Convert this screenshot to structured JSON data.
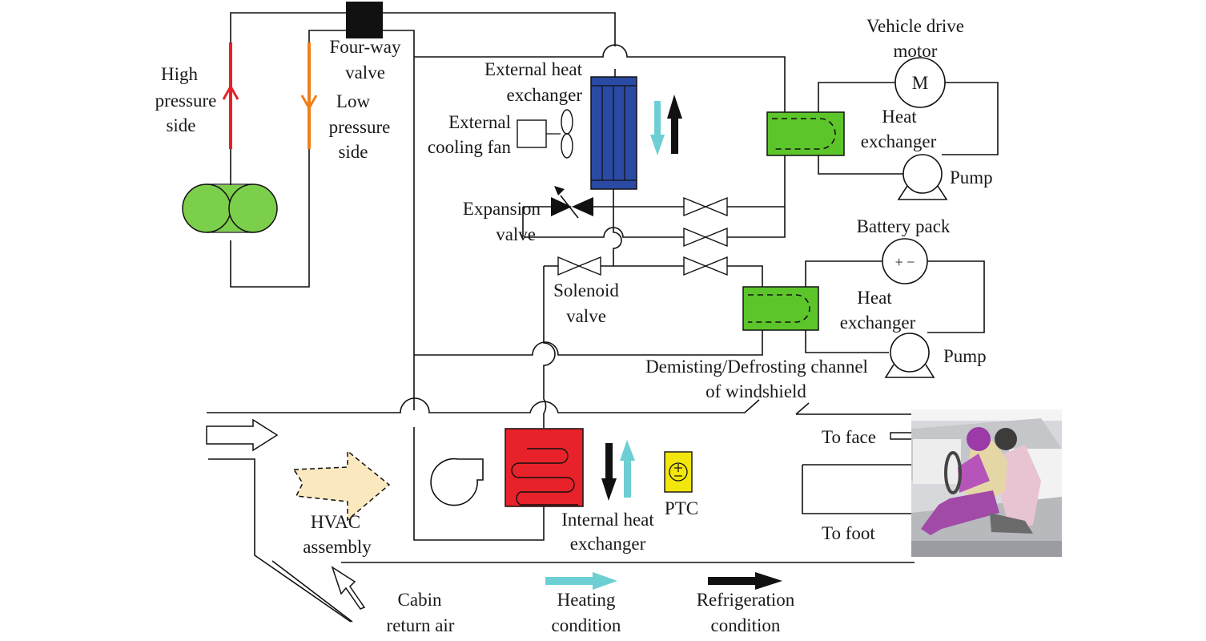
{
  "labels": {
    "high_pressure": [
      "High",
      "pressure",
      "side"
    ],
    "four_way_valve": [
      "Four-way",
      "valve"
    ],
    "low_pressure": [
      "Low",
      "pressure",
      "side"
    ],
    "external_hx": [
      "External heat",
      "exchanger"
    ],
    "external_fan": [
      "External",
      "cooling fan"
    ],
    "expansion_valve": [
      "Expansion",
      "valve"
    ],
    "solenoid_valve": [
      "Solenoid",
      "valve"
    ],
    "vehicle_motor": [
      "Vehicle drive",
      "motor"
    ],
    "motor_symbol": "M",
    "heat_exchanger_motor": [
      "Heat",
      "exchanger"
    ],
    "pump_motor": "Pump",
    "battery_pack": "Battery pack",
    "battery_symbol": "+ −",
    "heat_exchanger_battery": [
      "Heat",
      "exchanger"
    ],
    "pump_battery": "Pump",
    "demisting": [
      "Demisting/Defrosting channel",
      "of windshield"
    ],
    "to_face": "To face",
    "to_foot": "To foot",
    "hvac": [
      "HVAC",
      "assembly"
    ],
    "internal_hx": [
      "Internal heat",
      "exchanger"
    ],
    "ptc": "PTC",
    "cabin_return": [
      "Cabin",
      "return air"
    ],
    "legend_heating": [
      "Heating",
      "condition"
    ],
    "legend_refrigeration": [
      "Refrigeration",
      "condition"
    ]
  },
  "colors": {
    "compressor": "#7ccf4a",
    "high_pressure_arrow": "#e5212b",
    "low_pressure_arrow": "#ef7f1a",
    "external_hx": "#2a4aa3",
    "heating_arrow": "#6dcfd3",
    "refrigeration_arrow": "#111111",
    "heat_exchanger_green": "#5cc52a",
    "internal_hx": "#e8222a",
    "ptc": "#f2e60d",
    "hvac_arrow": "#fbe8bf",
    "pipes": "#111111"
  }
}
